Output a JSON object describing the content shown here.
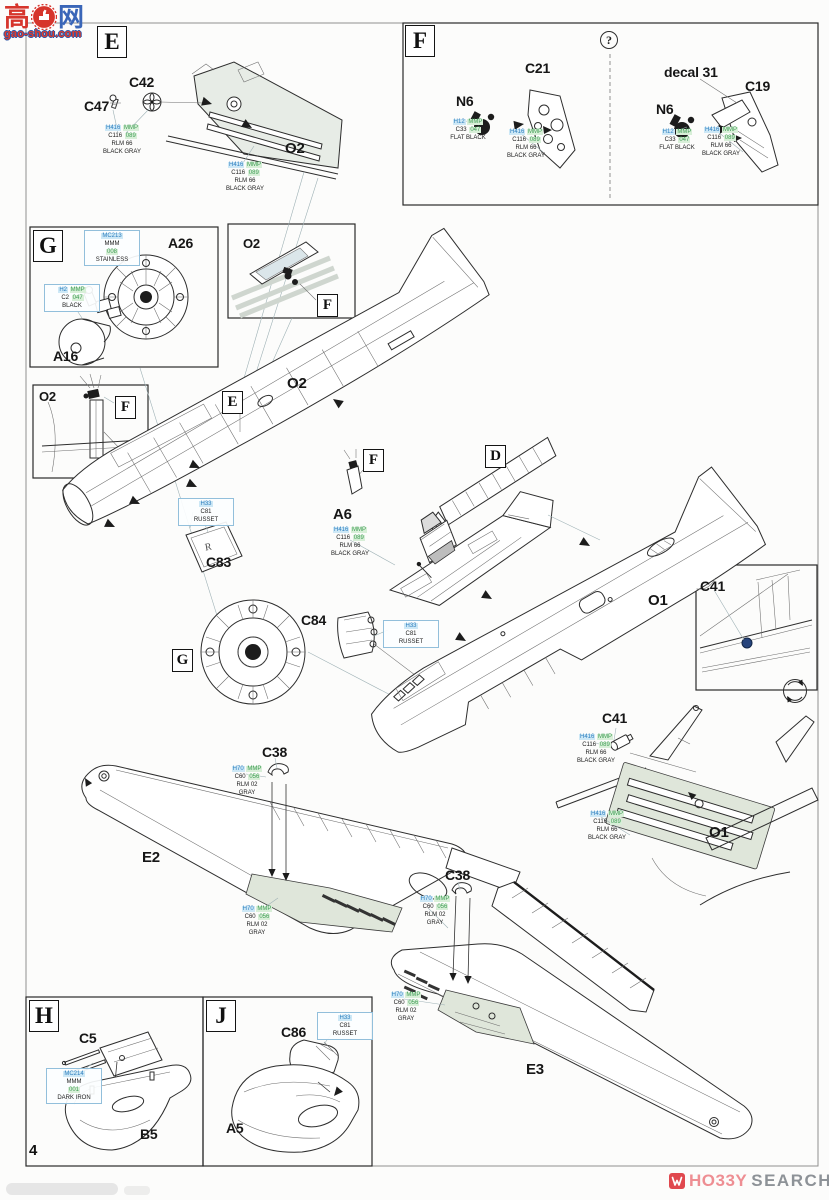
{
  "page": {
    "number": "4"
  },
  "watermark": {
    "cn_left": "高",
    "cn_right": "网",
    "site": "gao-shou.com"
  },
  "footer": {
    "brand_a": "HO33Y",
    "brand_b": "SEARCH"
  },
  "markers": {
    "e": "E",
    "f": "F",
    "g": "G",
    "d": "D",
    "h": "H",
    "j": "J",
    "question": "?"
  },
  "parts": {
    "c42": "C42",
    "c47": "C47",
    "o2": "O2",
    "c21": "C21",
    "n6": "N6",
    "decal31": "decal 31",
    "c19": "C19",
    "a26": "A26",
    "a16": "A16",
    "a6": "A6",
    "c83": "C83",
    "r_mold": "R",
    "c84": "C84",
    "o1": "O1",
    "c41": "C41",
    "c38": "C38",
    "e2": "E2",
    "e3": "E3",
    "c5": "C5",
    "b5": "B5",
    "c86": "C86",
    "a5": "A5"
  },
  "callouts": {
    "rlm66": {
      "boxed": false,
      "lines": [
        [
          {
            "t": "H416",
            "s": "b"
          },
          {
            "t": "MMP",
            "s": "g"
          }
        ],
        [
          {
            "t": "C116",
            "s": ""
          },
          {
            "t": "089",
            "s": "g"
          }
        ],
        [
          {
            "t": "RLM 66",
            "s": ""
          }
        ],
        [
          {
            "t": "BLACK GRAY",
            "s": ""
          }
        ]
      ]
    },
    "flat_black": {
      "boxed": false,
      "lines": [
        [
          {
            "t": "H12",
            "s": "b"
          },
          {
            "t": "MMP",
            "s": "g"
          }
        ],
        [
          {
            "t": "C33",
            "s": ""
          },
          {
            "t": "047",
            "s": "g"
          }
        ],
        [
          {
            "t": "FLAT BLACK",
            "s": ""
          }
        ]
      ]
    },
    "rlm02": {
      "boxed": false,
      "lines": [
        [
          {
            "t": "H70",
            "s": "b"
          },
          {
            "t": "MMP",
            "s": "g"
          }
        ],
        [
          {
            "t": "C60",
            "s": ""
          },
          {
            "t": "056",
            "s": "g"
          }
        ],
        [
          {
            "t": "RLM 02",
            "s": ""
          }
        ],
        [
          {
            "t": "GRAY",
            "s": ""
          }
        ]
      ]
    },
    "russet": {
      "boxed": true,
      "lines": [
        [
          {
            "t": "H33",
            "s": "b"
          }
        ],
        [
          {
            "t": "C81",
            "s": ""
          }
        ],
        [
          {
            "t": "RUSSET",
            "s": ""
          }
        ]
      ]
    },
    "stainless": {
      "boxed": true,
      "lines": [
        [
          {
            "t": "MC213",
            "s": "b"
          }
        ],
        [
          {
            "t": "MMM",
            "s": ""
          }
        ],
        [
          {
            "t": "008",
            "s": "g"
          }
        ],
        [
          {
            "t": "STAINLESS",
            "s": ""
          }
        ]
      ]
    },
    "dark_iron": {
      "boxed": true,
      "lines": [
        [
          {
            "t": "MC214",
            "s": "b"
          }
        ],
        [
          {
            "t": "MMM",
            "s": ""
          }
        ],
        [
          {
            "t": "001",
            "s": "g"
          }
        ],
        [
          {
            "t": "DARK IRON",
            "s": ""
          }
        ]
      ]
    },
    "black": {
      "boxed": true,
      "lines": [
        [
          {
            "t": "H2",
            "s": "b"
          },
          {
            "t": "MMP",
            "s": "g"
          }
        ],
        [
          {
            "t": "C2",
            "s": ""
          },
          {
            "t": "047",
            "s": "g"
          }
        ],
        [
          {
            "t": "BLACK",
            "s": ""
          }
        ]
      ]
    }
  }
}
